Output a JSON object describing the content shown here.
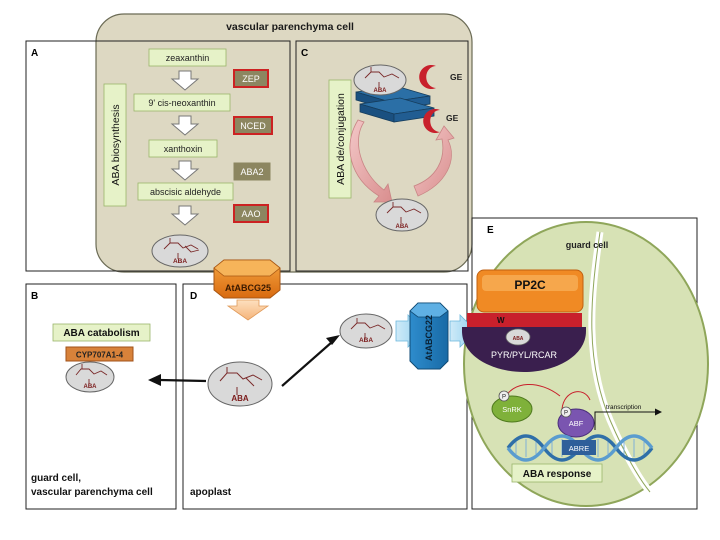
{
  "parenchyma_title": "vascular parenchyma cell",
  "panels": {
    "a": "A",
    "b": "B",
    "c": "C",
    "d": "D",
    "e": "E"
  },
  "biosynthesis": {
    "side_label": "ABA biosynthesis",
    "steps": [
      "zeaxanthin",
      "9' cis-neoxanthin",
      "xanthoxin",
      "abscisic aldehyde"
    ],
    "enzymes": [
      "ZEP",
      "NCED",
      "ABA2",
      "AAO"
    ],
    "enzyme_colors": {
      "box": "#8c8660",
      "border_red": "#cc2222",
      "border_plain": "#8c8660"
    }
  },
  "conjugation": {
    "side_label": "ABA de/conjugation",
    "ge_labels": [
      "GE",
      "GE"
    ]
  },
  "transporter_export": "AtABCG25",
  "transporter_import": "AtABCG22",
  "catabolism": {
    "title": "ABA catabolism",
    "enzyme": "CYP707A1-4",
    "footer_line1": "guard cell,",
    "footer_line2": "vascular parenchyma cell"
  },
  "apoplast_label": "apoplast",
  "guard_cell": {
    "title": "guard cell",
    "pp2c": "PP2C",
    "receptor": "PYR/PYL/RCAR",
    "w_label": "W",
    "snrk": "SnRK",
    "abf": "ABF",
    "abre": "ABRE",
    "transcription": "transcription",
    "response": "ABA response",
    "p": "P"
  },
  "aba_label": "ABA",
  "colors": {
    "parenchyma_fill": "#ddd8c2",
    "step_fill": "#e6f2c8",
    "label_fill": "#e6f2c8",
    "guard_fill": "#d7e2b5",
    "guard_stroke": "#8fa65a",
    "transporter": "#f08a24",
    "import_transporter": "#3a9ad8",
    "pp2c": "#f08a24",
    "receptor": "#3a1f4e",
    "red": "#c8202c"
  }
}
